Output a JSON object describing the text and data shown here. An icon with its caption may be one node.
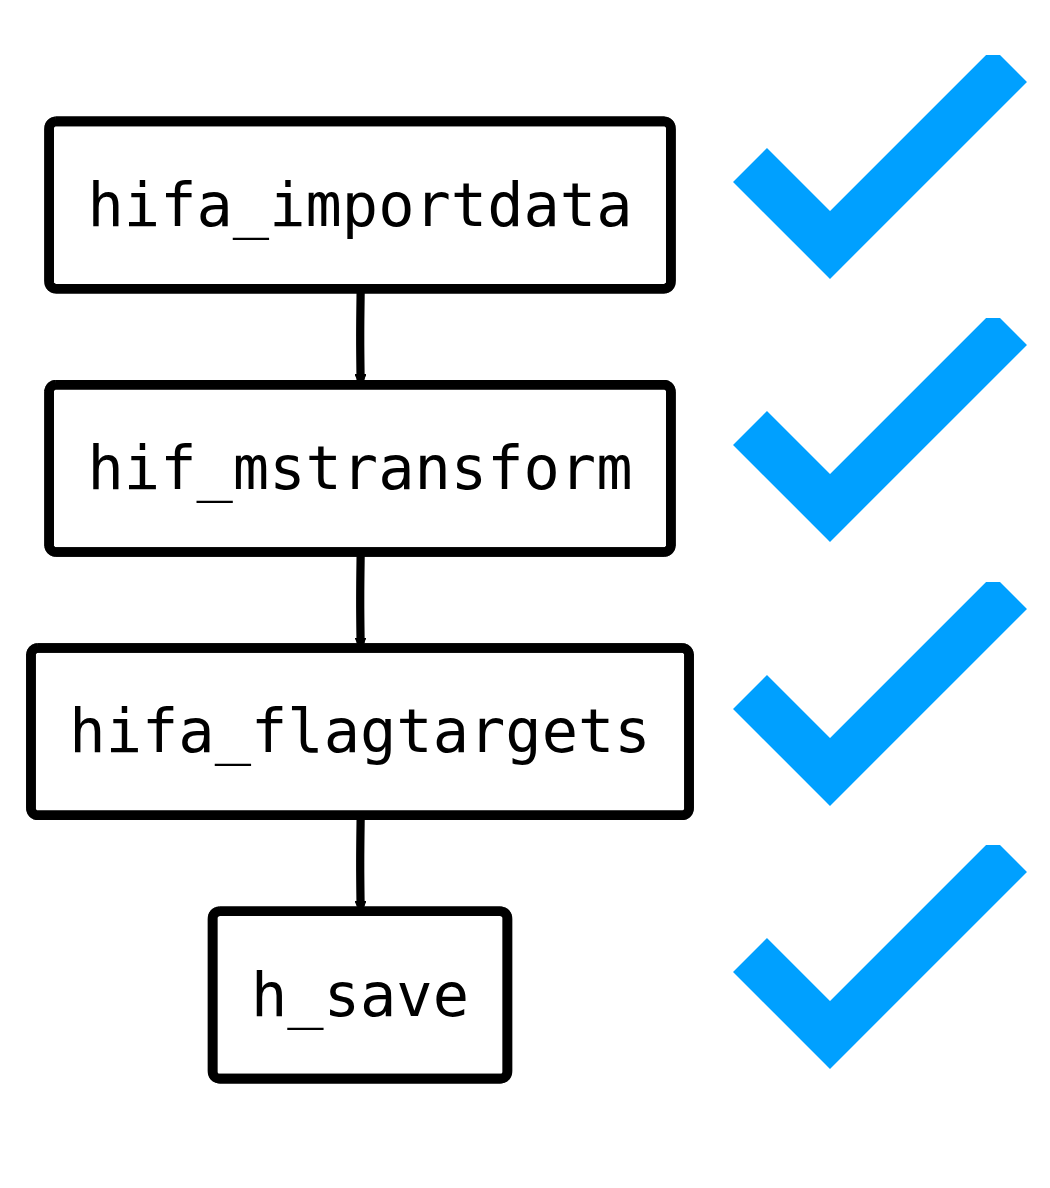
{
  "diagram": {
    "nodes": [
      {
        "text": [
          "hifa_importdata"
        ]
      },
      {
        "text": [
          "hif_mstransform"
        ]
      },
      {
        "text": [
          "hifa_flagtargets"
        ]
      },
      {
        "text": [
          "h_save"
        ]
      }
    ],
    "edges": [
      {
        "from": 0,
        "to": 1,
        "arrow": "to"
      },
      {
        "from": 1,
        "to": 2,
        "arrow": "to"
      },
      {
        "from": 2,
        "to": 3,
        "arrow": "to"
      }
    ]
  }
}
